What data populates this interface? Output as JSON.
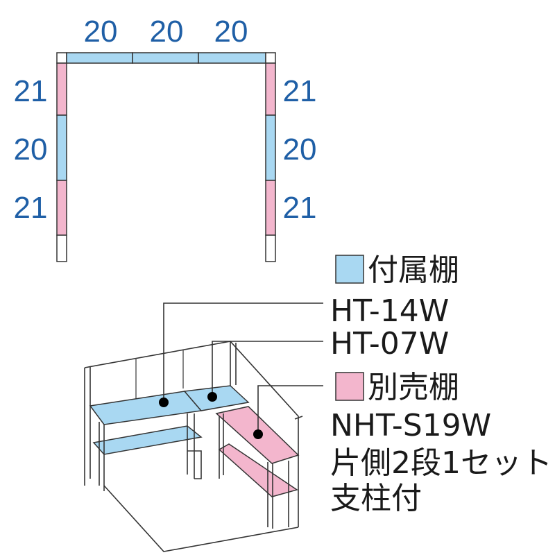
{
  "colors": {
    "included_shelf": "#a9d8f2",
    "optional_shelf": "#f3b6cd",
    "dimension_text": "#1f5fa6",
    "outline": "#333333"
  },
  "plan": {
    "top": [
      "20",
      "20",
      "20"
    ],
    "left": [
      "21",
      "20",
      "21"
    ],
    "right": [
      "21",
      "20",
      "21"
    ]
  },
  "legend": {
    "included": {
      "title": "付属棚",
      "items": [
        "HT-14W",
        "HT-07W"
      ]
    },
    "optional": {
      "title": "別売棚",
      "lines": [
        "NHT-S19W",
        "片側2段1セット",
        "支柱付"
      ]
    }
  }
}
